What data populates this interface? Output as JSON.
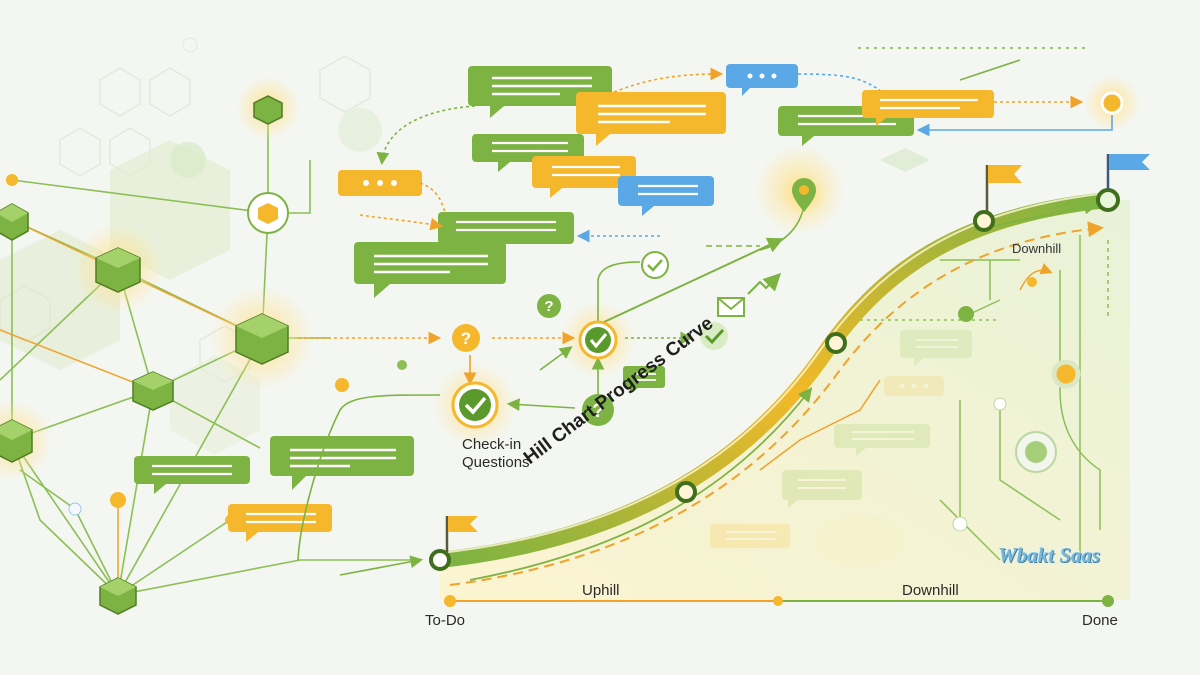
{
  "labels": {
    "checkin_line1": "Check-in",
    "checkin_line2": "Questions",
    "curve_title": "Hill Chart Progress Curve",
    "downhill_curve": "Downhill",
    "uphill": "Uphill",
    "downhill": "Downhill",
    "todo": "To-Do",
    "done": "Done",
    "watermark": "Wbakt Saas"
  },
  "colors": {
    "green": "#7cb342",
    "dark_green": "#558b2f",
    "yellow": "#f5b72b",
    "orange": "#f0a32a",
    "blue": "#5aa9e6",
    "background": "#f4f6f2"
  },
  "icons": [
    "cube-node-icon",
    "speech-bubble-icon",
    "question-icon",
    "check-icon",
    "flag-icon",
    "envelope-icon",
    "trend-arrow-icon",
    "location-pin-icon"
  ]
}
